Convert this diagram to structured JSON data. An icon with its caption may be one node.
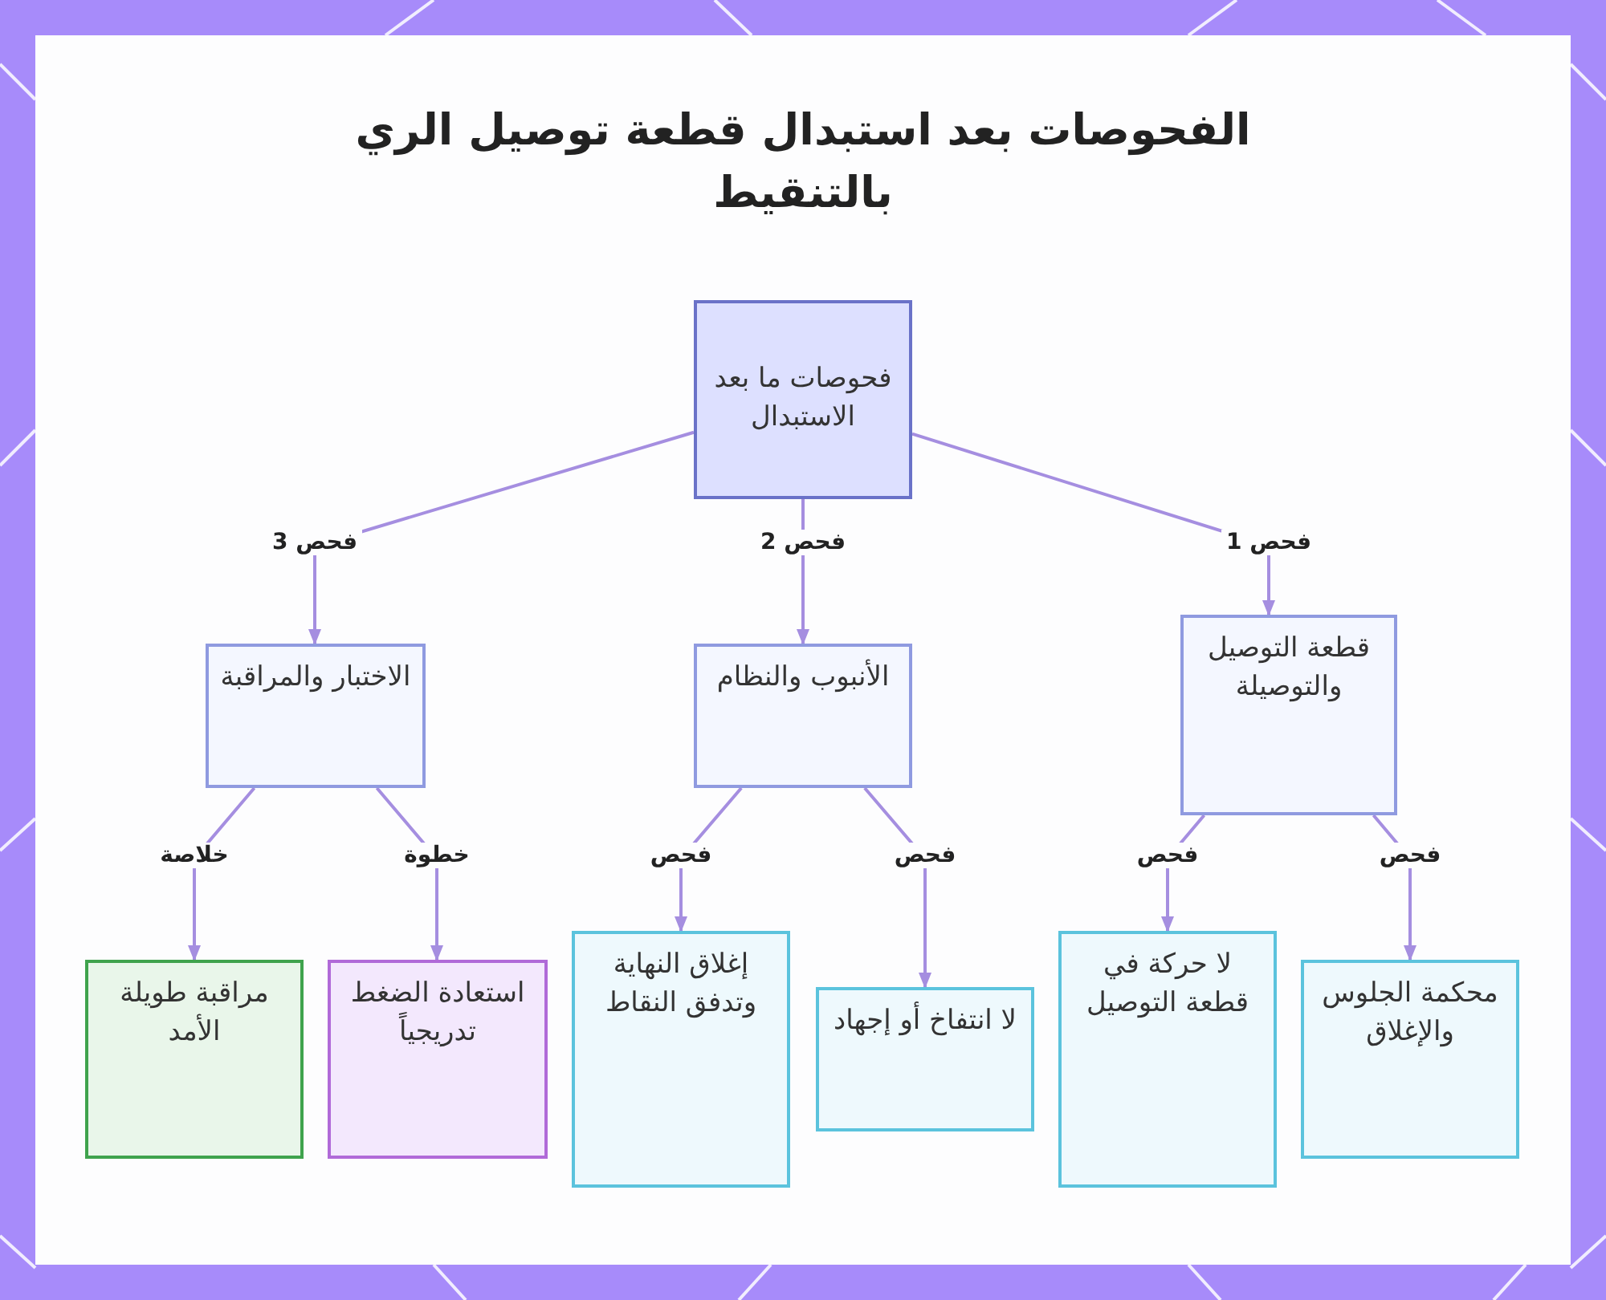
{
  "diagram": {
    "title": "الفحوصات بعد استبدال قطعة توصيل الري بالتنقيط",
    "nodes": [
      {
        "text": [
          "فحوصات ما بعد الاستبدال"
        ]
      },
      {
        "text": [
          "قطعة التوصيل والتوصيلة"
        ]
      },
      {
        "text": [
          "الأنبوب والنظام"
        ]
      },
      {
        "text": [
          "الاختبار والمراقبة"
        ]
      },
      {
        "text": [
          "محكمة الجلوس والإغلاق"
        ]
      },
      {
        "text": [
          "لا حركة في قطعة التوصيل"
        ]
      },
      {
        "text": [
          "لا انتفاخ أو إجهاد"
        ]
      },
      {
        "text": [
          "إغلاق النهاية وتدفق النقاط"
        ]
      },
      {
        "text": [
          "استعادة الضغط تدريجياً"
        ]
      },
      {
        "text": [
          "مراقبة طويلة الأمد"
        ]
      }
    ],
    "edges": [
      {
        "from": 0,
        "to": 1,
        "arrow": "to",
        "label": "فحص 1"
      },
      {
        "from": 0,
        "to": 2,
        "arrow": "to",
        "label": "فحص 2"
      },
      {
        "from": 0,
        "to": 3,
        "arrow": "to",
        "label": "فحص 3"
      },
      {
        "from": 1,
        "to": 4,
        "arrow": "to",
        "label": "فحص"
      },
      {
        "from": 1,
        "to": 5,
        "arrow": "to",
        "label": "فحص"
      },
      {
        "from": 2,
        "to": 6,
        "arrow": "to",
        "label": "فحص"
      },
      {
        "from": 2,
        "to": 7,
        "arrow": "to",
        "label": "فحص"
      },
      {
        "from": 3,
        "to": 8,
        "arrow": "to",
        "label": "خطوة"
      },
      {
        "from": 3,
        "to": 9,
        "arrow": "to",
        "label": "خلاصة"
      }
    ]
  }
}
